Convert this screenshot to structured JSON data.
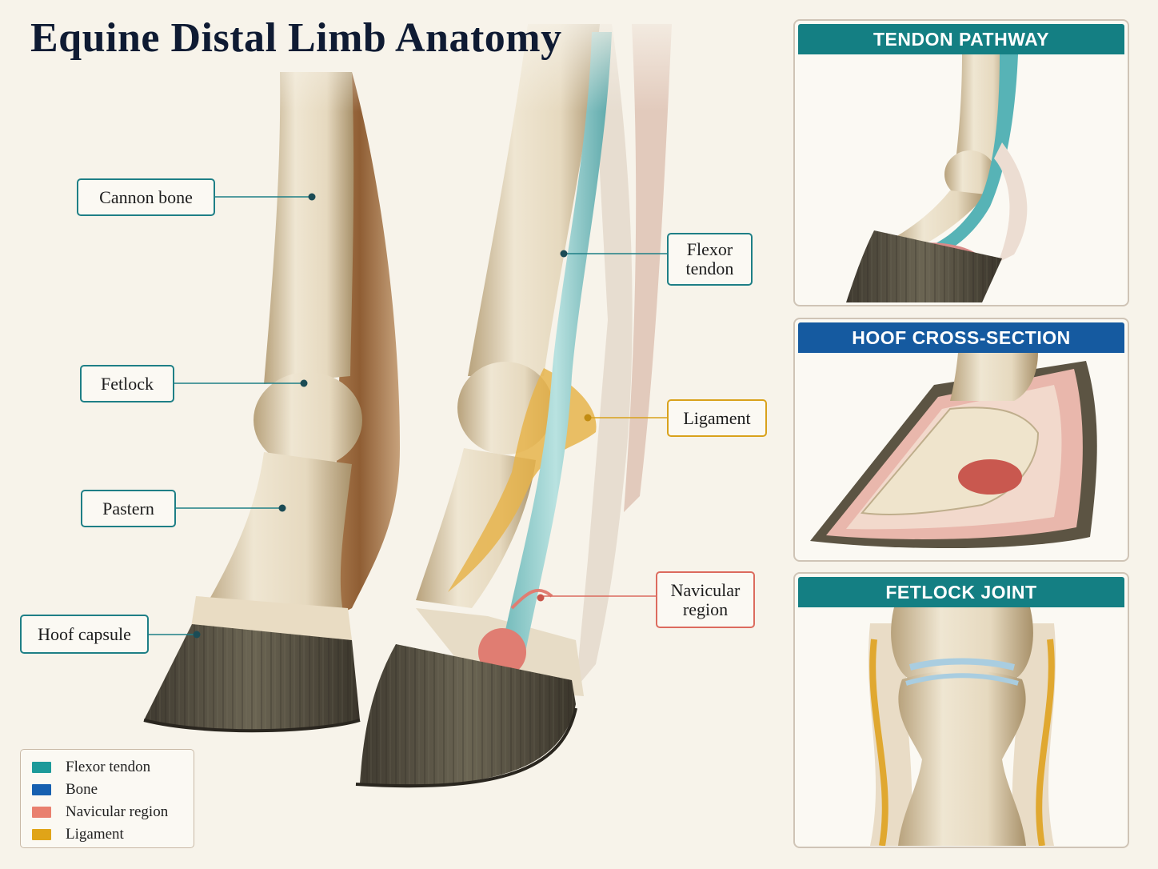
{
  "title": "Equine Distal Limb Anatomy",
  "colors": {
    "flexor_tendon": "#1c9a9a",
    "bone": "#1660b0",
    "navicular_region": "#e9806f",
    "ligament": "#e0a418",
    "teal_header": "#147f83",
    "blue_header": "#155aa0"
  },
  "callouts": {
    "cannon_bone": "Cannon bone",
    "fetlock": "Fetlock",
    "pastern": "Pastern",
    "hoof_capsule": "Hoof capsule",
    "flexor_tendon_line1": "Flexor",
    "flexor_tendon_line2": "tendon",
    "ligament": "Ligament",
    "navicular_line1": "Navicular",
    "navicular_line2": "region"
  },
  "legend": {
    "items": [
      {
        "label": "Flexor tendon",
        "color": "#1c9a9a"
      },
      {
        "label": "Bone",
        "color": "#1660b0"
      },
      {
        "label": "Navicular region",
        "color": "#e9806f"
      },
      {
        "label": "Ligament",
        "color": "#e0a418"
      }
    ]
  },
  "panels": {
    "tendon_pathway": "TENDON PATHWAY",
    "hoof_cross_section": "HOOF CROSS-SECTION",
    "fetlock_joint": "FETLOCK JOINT"
  }
}
